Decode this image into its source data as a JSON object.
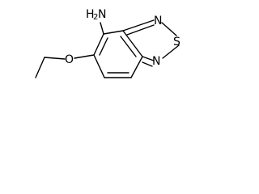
{
  "molecule": {
    "atoms": {
      "amine_main": "H",
      "amine_sub": "2",
      "amine_n": "N",
      "ring_n_top": "N",
      "ring_s": "S",
      "ring_n_bottom": "N",
      "ether_o": "O"
    }
  }
}
